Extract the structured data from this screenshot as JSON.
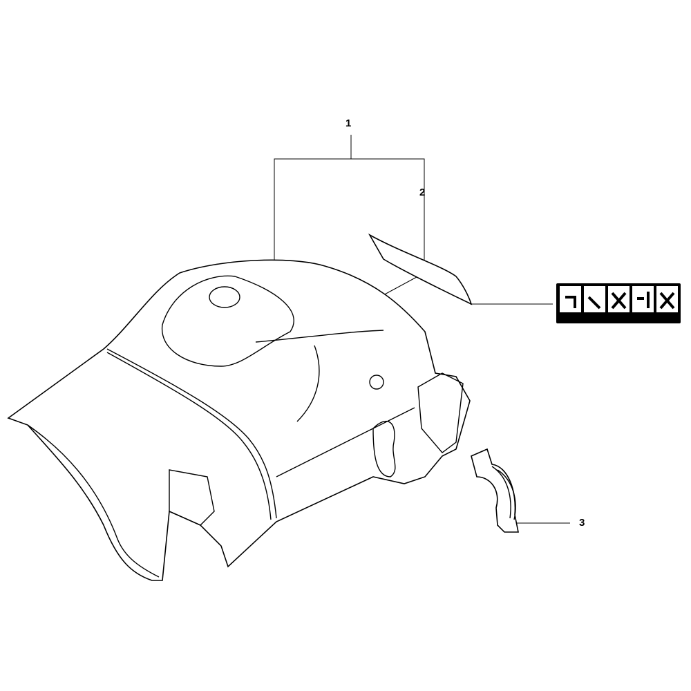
{
  "diagram": {
    "callouts": [
      {
        "label": "1",
        "part": "cylinder-cover"
      },
      {
        "label": "2",
        "part": "warning-decal"
      },
      {
        "label": "3",
        "part": "cover-latch"
      }
    ],
    "decal_icons": [
      "read-manual-icon",
      "eye-ear-protection-icon",
      "kickback-warning-icon",
      "gloves-boots-icon",
      "one-hand-warning-icon"
    ]
  }
}
